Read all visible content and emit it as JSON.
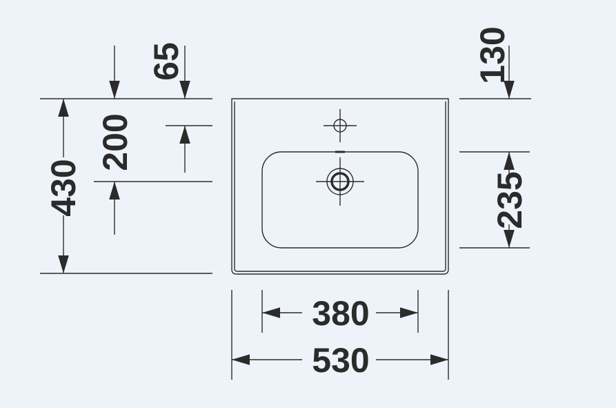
{
  "colors": {
    "background": "#eef3f9",
    "line": "#2b2b2b"
  },
  "dimensions": {
    "overall_width": "530",
    "basin_width": "380",
    "overall_depth": "430",
    "tap_hole_to_drain": "200",
    "back_to_tap_hole": "65",
    "back_to_basin": "130",
    "basin_depth": "235"
  }
}
